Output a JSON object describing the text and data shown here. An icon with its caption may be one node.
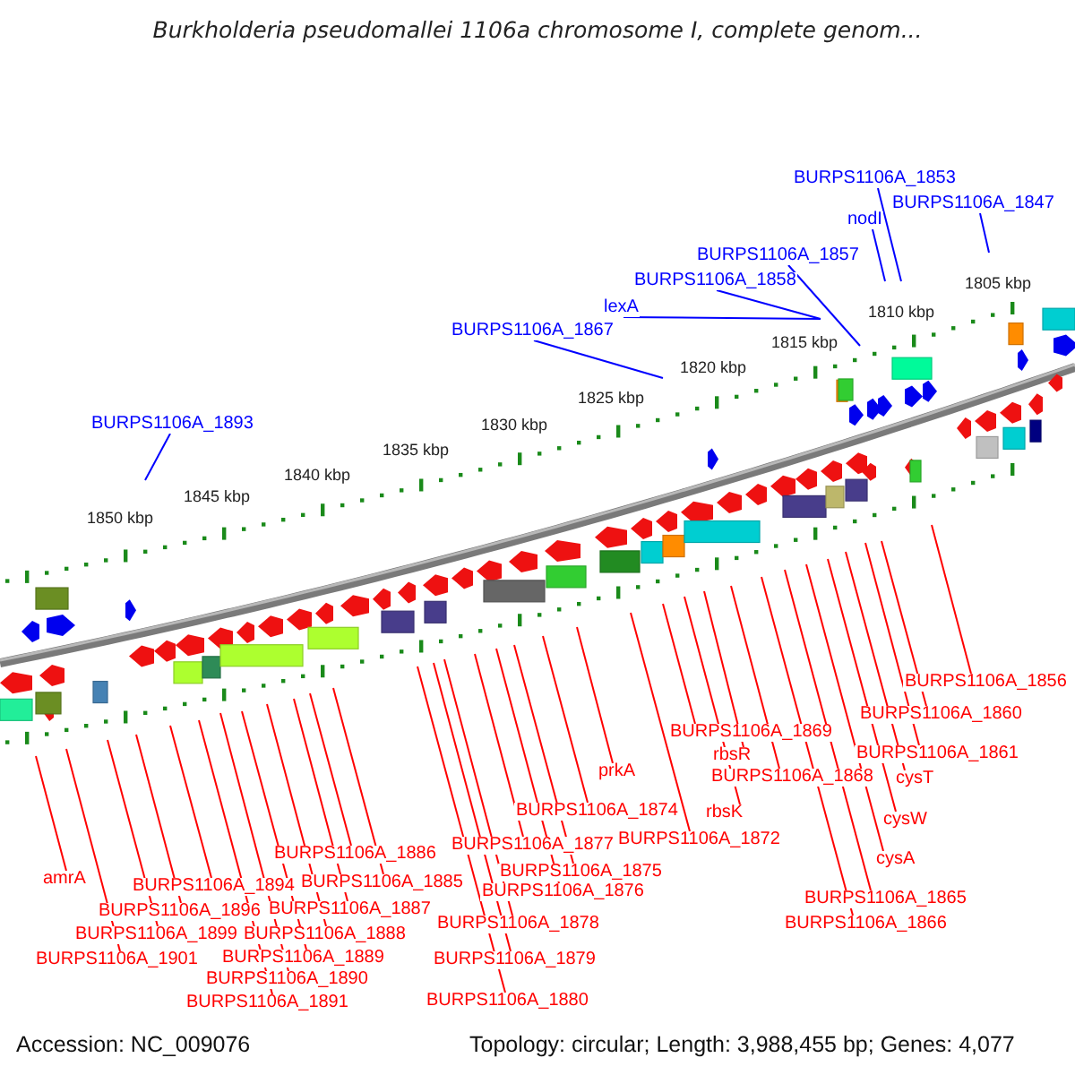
{
  "diagram": {
    "title": "Burkholderia pseudomallei 1106a chromosome I, complete genom...",
    "nodes": [
      {
        "text": [
          "BURPS1106A_1853"
        ]
      },
      {
        "text": [
          "nodI"
        ]
      },
      {
        "text": [
          "BURPS1106A_1847"
        ]
      },
      {
        "text": [
          "BURPS1106A_1857"
        ]
      },
      {
        "text": [
          "BURPS1106A_1858"
        ]
      },
      {
        "text": [
          "lexA"
        ]
      },
      {
        "text": [
          "BURPS1106A_1867"
        ]
      },
      {
        "text": [
          "BURPS1106A_1893"
        ]
      },
      {
        "text": [
          "BURPS1106A_1856"
        ]
      },
      {
        "text": [
          "BURPS1106A_1860"
        ]
      },
      {
        "text": [
          "BURPS1106A_1869"
        ]
      },
      {
        "text": [
          "BURPS1106A_1861"
        ]
      },
      {
        "text": [
          "prkA"
        ]
      },
      {
        "text": [
          "rbsR"
        ]
      },
      {
        "text": [
          "BURPS1106A_1868"
        ]
      },
      {
        "text": [
          "cysT"
        ]
      },
      {
        "text": [
          "BURPS1106A_1874"
        ]
      },
      {
        "text": [
          "rbsK"
        ]
      },
      {
        "text": [
          "cysW"
        ]
      },
      {
        "text": [
          "BURPS1106A_1872"
        ]
      },
      {
        "text": [
          "BURPS1106A_1877"
        ]
      },
      {
        "text": [
          "BURPS1106A_1886"
        ]
      },
      {
        "text": [
          "cysA"
        ]
      },
      {
        "text": [
          "BURPS1106A_1875"
        ]
      },
      {
        "text": [
          "amrA"
        ]
      },
      {
        "text": [
          "BURPS1106A_1885"
        ]
      },
      {
        "text": [
          "BURPS1106A_1894"
        ]
      },
      {
        "text": [
          "BURPS1106A_1876"
        ]
      },
      {
        "text": [
          "BURPS1106A_1865"
        ]
      },
      {
        "text": [
          "BURPS1106A_1887"
        ]
      },
      {
        "text": [
          "BURPS1106A_1896"
        ]
      },
      {
        "text": [
          "BURPS1106A_1878"
        ]
      },
      {
        "text": [
          "BURPS1106A_1866"
        ]
      },
      {
        "text": [
          "BURPS1106A_1899"
        ]
      },
      {
        "text": [
          "BURPS1106A_1888"
        ]
      },
      {
        "text": [
          "BURPS1106A_1901"
        ]
      },
      {
        "text": [
          "BURPS1106A_1889"
        ]
      },
      {
        "text": [
          "BURPS1106A_1879"
        ]
      },
      {
        "text": [
          "BURPS1106A_1890"
        ]
      },
      {
        "text": [
          "BURPS1106A_1880"
        ]
      },
      {
        "text": [
          "BURPS1106A_1891"
        ]
      }
    ],
    "edges": [
      {
        "from": 0,
        "to": null,
        "arrow": "none",
        "color": "#0000ff"
      },
      {
        "from": 1,
        "to": null,
        "arrow": "none",
        "color": "#0000ff"
      },
      {
        "from": 2,
        "to": null,
        "arrow": "none",
        "color": "#0000ff"
      },
      {
        "from": 3,
        "to": null,
        "arrow": "none",
        "color": "#0000ff"
      },
      {
        "from": 4,
        "to": null,
        "arrow": "none",
        "color": "#0000ff"
      },
      {
        "from": 5,
        "to": null,
        "arrow": "none",
        "color": "#0000ff"
      },
      {
        "from": 6,
        "to": null,
        "arrow": "none",
        "color": "#0000ff"
      },
      {
        "from": 7,
        "to": null,
        "arrow": "none",
        "color": "#0000ff"
      },
      {
        "from": 8,
        "to": null,
        "arrow": "none"
      },
      {
        "from": 9,
        "to": null,
        "arrow": "none"
      },
      {
        "from": 10,
        "to": null,
        "arrow": "none"
      },
      {
        "from": 11,
        "to": null,
        "arrow": "none"
      },
      {
        "from": 12,
        "to": null,
        "arrow": "none"
      },
      {
        "from": 13,
        "to": null,
        "arrow": "none"
      },
      {
        "from": 14,
        "to": null,
        "arrow": "none"
      },
      {
        "from": 15,
        "to": null,
        "arrow": "none"
      },
      {
        "from": 16,
        "to": null,
        "arrow": "none"
      },
      {
        "from": 17,
        "to": null,
        "arrow": "none"
      },
      {
        "from": 18,
        "to": null,
        "arrow": "none"
      },
      {
        "from": 19,
        "to": null,
        "arrow": "none"
      },
      {
        "from": 20,
        "to": null,
        "arrow": "none"
      },
      {
        "from": 21,
        "to": null,
        "arrow": "none"
      },
      {
        "from": 22,
        "to": null,
        "arrow": "none"
      },
      {
        "from": 23,
        "to": null,
        "arrow": "none"
      },
      {
        "from": 24,
        "to": null,
        "arrow": "none"
      },
      {
        "from": 25,
        "to": null,
        "arrow": "none"
      },
      {
        "from": 26,
        "to": null,
        "arrow": "none"
      },
      {
        "from": 27,
        "to": null,
        "arrow": "none"
      },
      {
        "from": 28,
        "to": null,
        "arrow": "none"
      },
      {
        "from": 29,
        "to": null,
        "arrow": "none"
      },
      {
        "from": 30,
        "to": null,
        "arrow": "none"
      },
      {
        "from": 31,
        "to": null,
        "arrow": "none"
      },
      {
        "from": 32,
        "to": null,
        "arrow": "none"
      },
      {
        "from": 33,
        "to": null,
        "arrow": "none"
      },
      {
        "from": 34,
        "to": null,
        "arrow": "none"
      },
      {
        "from": 35,
        "to": null,
        "arrow": "none"
      },
      {
        "from": 36,
        "to": null,
        "arrow": "none"
      },
      {
        "from": 37,
        "to": null,
        "arrow": "none"
      },
      {
        "from": 38,
        "to": null,
        "arrow": "none"
      },
      {
        "from": 39,
        "to": null,
        "arrow": "none"
      },
      {
        "from": 40,
        "to": null,
        "arrow": "none"
      }
    ],
    "labels": [
      "1805 kbp",
      "1810 kbp",
      "1815 kbp",
      "1820 kbp",
      "1825 kbp",
      "1830 kbp",
      "1835 kbp",
      "1840 kbp",
      "1845 kbp",
      "1850 kbp",
      "Accession: NC_009076",
      "Topology: circular; Length: 3,988,455 bp; Genes: 4,077"
    ]
  }
}
